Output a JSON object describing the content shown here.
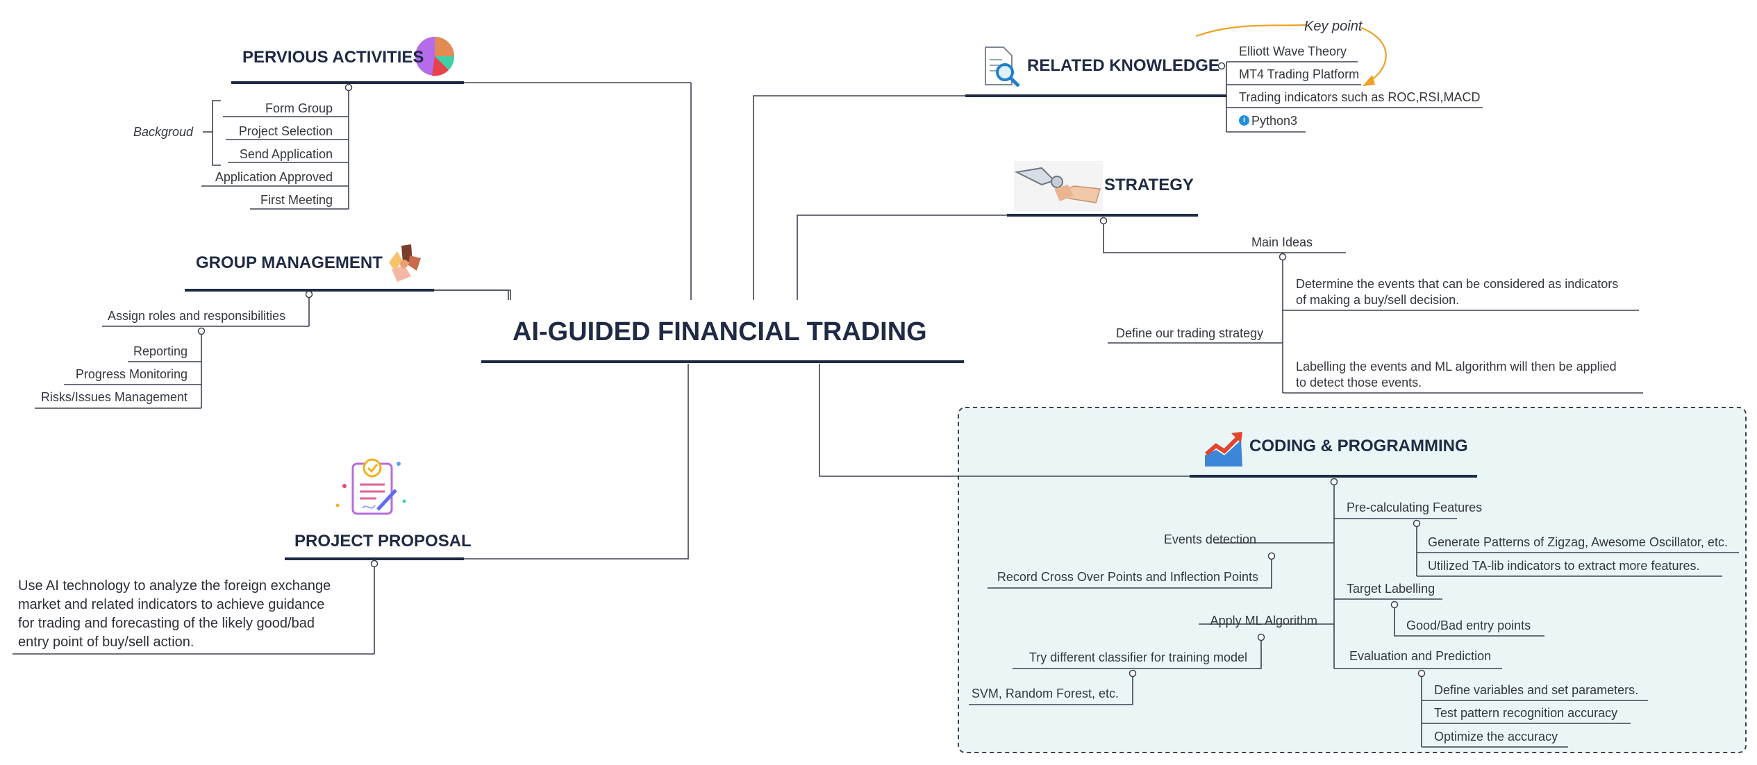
{
  "central": {
    "title": "AI-GUIDED FINANCIAL TRADING"
  },
  "previous_activities": {
    "title": "PERVIOUS ACTIVITIES",
    "group_label": "Backgroud",
    "items": [
      "Form Group",
      "Project Selection",
      "Send Application",
      "Application Approved",
      "First Meeting"
    ]
  },
  "group_management": {
    "title": "GROUP MANAGEMENT",
    "child": "Assign roles and responsibilities",
    "items": [
      "Reporting",
      "Progress Monitoring",
      "Risks/Issues Management"
    ]
  },
  "project_proposal": {
    "title": "PROJECT PROPOSAL",
    "text_lines": [
      "Use AI technology to analyze the foreign exchange",
      "market and related indicators to achieve guidance",
      "for trading and forecasting of the likely good/bad",
      "entry point of buy/sell action."
    ]
  },
  "related_knowledge": {
    "title": "RELATED KNOWLEDGE",
    "callout": "Key point",
    "items": [
      "Elliott Wave Theory",
      "MT4 Trading Platform",
      "Trading indicators such as ROC,RSI,MACD",
      "Python3"
    ],
    "info_mark": "i"
  },
  "strategy": {
    "title": "STRATEGY",
    "main_ideas": "Main Ideas",
    "define": "Define our trading strategy",
    "idea_1": [
      "Determine the events that can be considered as indicators",
      "of making a buy/sell decision."
    ],
    "idea_2": [
      "Labelling the events and ML algorithm will then be applied",
      "to detect those events."
    ]
  },
  "coding": {
    "title": "CODING & PROGRAMMING",
    "right": {
      "pre": "Pre-calculating Features",
      "pre_items": [
        "Generate Patterns of Zigzag, Awesome Oscillator, etc.",
        "Utilized TA-lib indicators to extract more features."
      ],
      "target": "Target Labelling",
      "target_items": [
        "Good/Bad entry points"
      ],
      "eval": "Evaluation and Prediction",
      "eval_items": [
        "Define variables and set parameters.",
        "Test pattern recognition accuracy",
        "Optimize the accuracy"
      ]
    },
    "left": {
      "events": "Events detection",
      "events_items": [
        "Record Cross Over Points and Inflection Points"
      ],
      "ml": "Apply ML Algorithm",
      "ml_child": "Try different classifier for training model",
      "ml_leaf": "SVM, Random Forest, etc."
    }
  },
  "colors": {
    "heading": "#1f2a44",
    "line": "#3b4250",
    "callout": "#f0a020",
    "highlight_bg": "#eaf6f6",
    "info": "#1e90e0"
  }
}
